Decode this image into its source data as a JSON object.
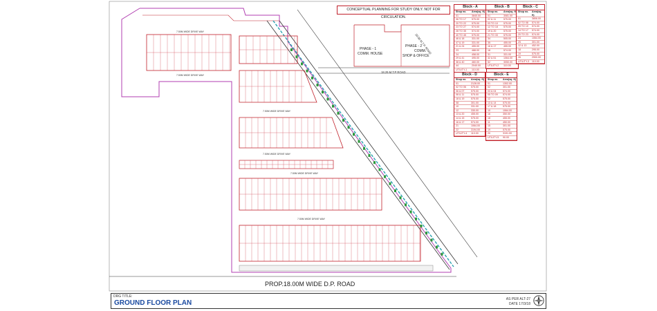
{
  "note": "CONCEPTUAL PLANNING FOR STUDY ONLY. NOT FOR CIRCULATION.",
  "road_bottom": "PROP.18.00M WIDE  D.P. ROAD",
  "road_top": "18.29 M.T.P ROAD",
  "road_diag": "20.00 M.T.P. ROAD",
  "phase1": [
    "PHASE - 1",
    "COMM. HOUSE"
  ],
  "phase2": [
    "PHASE - 2",
    "COMM.",
    "SHOP & OFFICE"
  ],
  "drive_way": "7.50M WIDE DRIVE WAY",
  "title_label": "DRG TITLE:",
  "title": "GROUND FLOOR PLAN",
  "alt": "AS PER ALT-27",
  "date": "DATE      17/3/18",
  "blocks": [
    {
      "name": "Block - A",
      "rows": [
        [
          "Shop no.",
          "Area(sq. ft)"
        ],
        [
          "01",
          "3840.00"
        ],
        [
          "06 TO 17",
          "575.00"
        ],
        [
          "20 TO 22",
          "575.00"
        ],
        [
          "23 TO 27",
          "574.00"
        ],
        [
          "28 TO 35",
          "574.00"
        ],
        [
          "40 TO 45",
          "575.00"
        ],
        [
          "46 & 18",
          "331.00"
        ],
        [
          "47 & 19",
          "331.00"
        ],
        [
          "21 & 24",
          "455.00"
        ],
        [
          "23",
          "488.00"
        ],
        [
          "24",
          "458.00"
        ],
        [
          "29 & 41",
          "495.00"
        ],
        [
          "38 & 40",
          "460.00"
        ],
        [
          "44",
          "2040.00"
        ],
        [
          "UTILITY-1",
          "110.00"
        ]
      ]
    },
    {
      "name": "Block - B",
      "rows": [
        [
          "Shop no.",
          "Area(sq. ft)"
        ],
        [
          "01",
          "3081.00"
        ],
        [
          "02 & 11",
          "575.00"
        ],
        [
          "03 TO 10",
          "575.00"
        ],
        [
          "12 TO 18",
          "575.00"
        ],
        [
          "19 & 20",
          "575.00"
        ],
        [
          "21 TO 33",
          "575.00"
        ],
        [
          "34",
          "505.00"
        ],
        [
          "35",
          "455.00"
        ],
        [
          "16 & 17",
          "455.00"
        ],
        [
          "18",
          "574.00"
        ],
        [
          "31",
          "331.00"
        ],
        [
          "32 & 51",
          "1064.00"
        ],
        [
          "52",
          "3050.00"
        ],
        [
          "UTILITY-2",
          "110.00"
        ]
      ]
    },
    {
      "name": "Block - C",
      "rows": [
        [
          "Shop no.",
          "Area(sq. ft)"
        ],
        [
          "01",
          "3806.00"
        ],
        [
          "02 TO 08",
          "574.00"
        ],
        [
          "09 TO 10",
          "574.00"
        ],
        [
          "14 TO 17",
          "574.00"
        ],
        [
          "20 TO 23",
          "574.00"
        ],
        [
          "24",
          "1064.00"
        ],
        [
          "25",
          "301.00"
        ],
        [
          "12 & 13",
          "452.00"
        ],
        [
          "18",
          "295.00"
        ],
        [
          "19",
          "575.00"
        ],
        [
          "26",
          "2900.00"
        ],
        [
          "UTILITY-3",
          "110.00"
        ]
      ]
    },
    {
      "name": "Block - D",
      "rows": [
        [
          "Shop no.",
          "Area(sq. ft)"
        ],
        [
          "01",
          "2128.00"
        ],
        [
          "02 TO 06",
          "575.00"
        ],
        [
          "06 & 07",
          "575.00"
        ],
        [
          "08 & 11",
          "575.00"
        ],
        [
          "18 & 19",
          "575.00"
        ],
        [
          "08",
          "301.00"
        ],
        [
          "10",
          "331.00"
        ],
        [
          "12",
          "330.00"
        ],
        [
          "13 & 20",
          "455.00"
        ],
        [
          "14 & 15",
          "575.00"
        ],
        [
          "16 & 17",
          "574.00"
        ],
        [
          "21",
          "1064.00"
        ],
        [
          "22",
          "3194.00"
        ],
        [
          "UTILITY-4",
          "110.00"
        ]
      ]
    },
    {
      "name": "Block - E",
      "rows": [
        [
          "Shop no.",
          "Area(sq. ft)"
        ],
        [
          "01",
          "1302.00"
        ],
        [
          "02",
          "301.00"
        ],
        [
          "03 & 04",
          "574.00"
        ],
        [
          "05 TO 09",
          "574.00"
        ],
        [
          "12",
          "575.00"
        ],
        [
          "13 & 14",
          "575.00"
        ],
        [
          "17 & 18",
          "575.00"
        ],
        [
          "10",
          "1064.00"
        ],
        [
          "16",
          "350.00"
        ],
        [
          "18",
          "455.00"
        ],
        [
          "11",
          "450.00"
        ],
        [
          "15",
          "301.00"
        ],
        [
          "19",
          "575.00"
        ],
        [
          "20",
          "3191.00"
        ],
        [
          "UTILITY-5",
          "90.00"
        ]
      ]
    }
  ]
}
